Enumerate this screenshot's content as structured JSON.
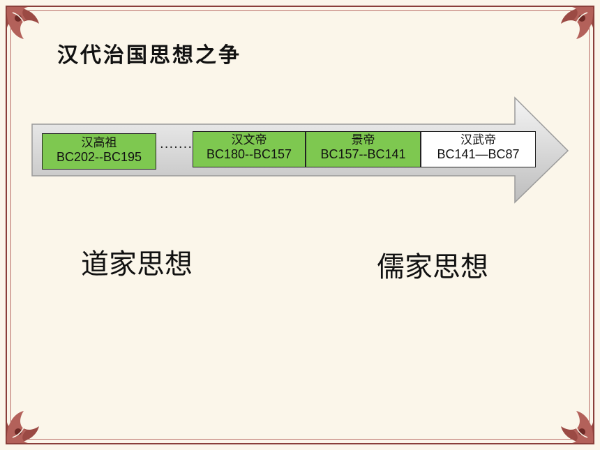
{
  "slide": {
    "title": "汉代治国思想之争"
  },
  "timeline": {
    "ellipsis": ".......",
    "periods": [
      {
        "name": "汉高祖",
        "years": "BC202--BC195",
        "color": "#7ec850"
      },
      {
        "name": "汉文帝",
        "years": "BC180--BC157",
        "color": "#7ec850"
      },
      {
        "name": "景帝",
        "years": "BC157--BC141",
        "color": "#7ec850"
      },
      {
        "name": "汉武帝",
        "years": "BC141—BC87",
        "color": "#ffffff"
      }
    ]
  },
  "thoughts": {
    "left": "道家思想",
    "right": "儒家思想"
  },
  "colors": {
    "frame": "#8a3f3a",
    "background": "#fbf6ea",
    "arrow": "#d6d6d6"
  }
}
